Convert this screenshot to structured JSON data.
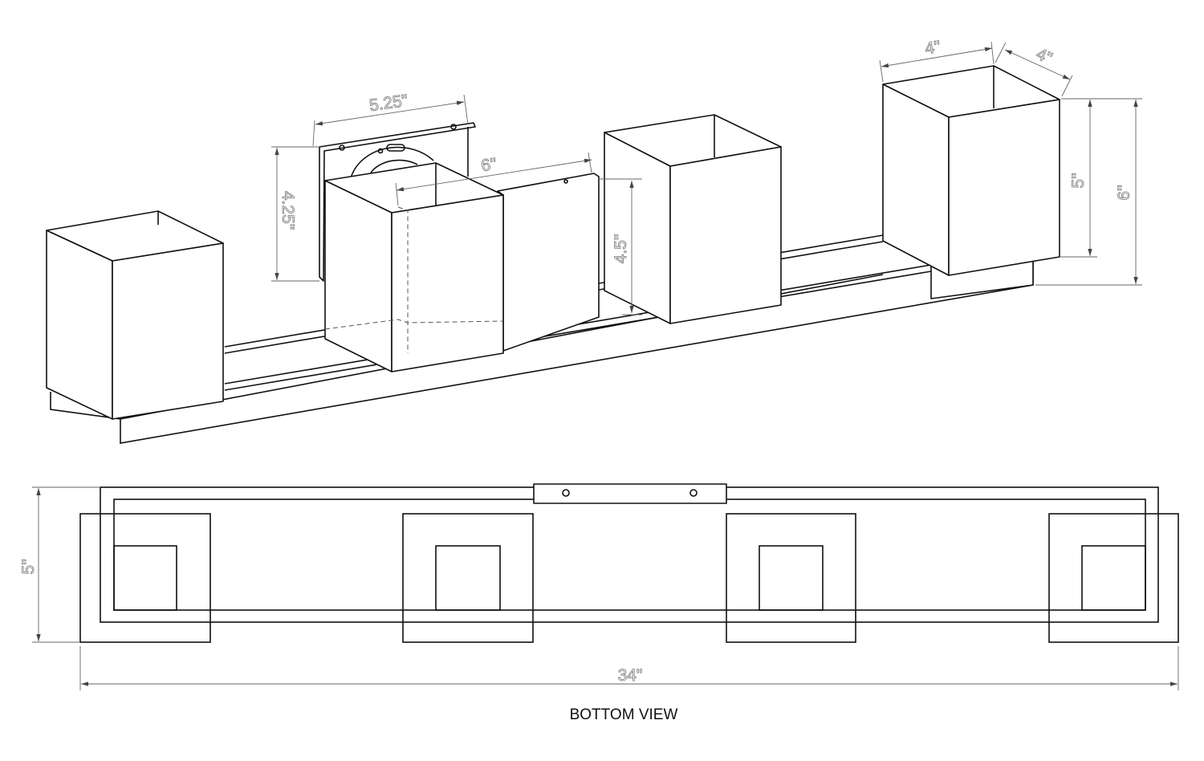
{
  "dimensions": {
    "backplate_width": "5.25\"",
    "backplate_height": "4.25\"",
    "canopy_length": "6\"",
    "canopy_height": "4.5\"",
    "shade_width": "4\"",
    "shade_depth": "4\"",
    "shade_height": "5\"",
    "overall_height": "6\"",
    "bottom_depth": "5\"",
    "overall_length": "34\""
  },
  "labels": {
    "bottom_view": "BOTTOM VIEW"
  }
}
